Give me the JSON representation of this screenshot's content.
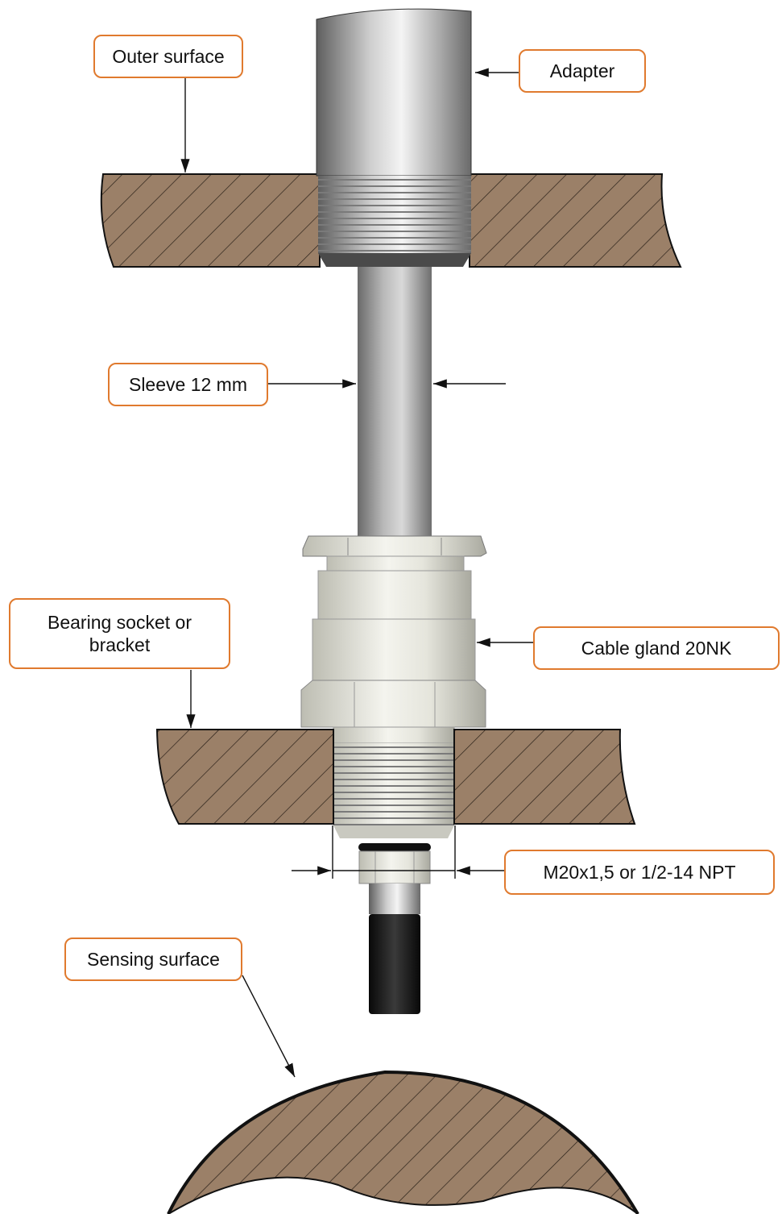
{
  "labels": {
    "outer_surface": "Outer surface",
    "adapter": "Adapter",
    "sleeve": "Sleeve 12 mm",
    "bearing_line1": "Bearing socket or",
    "bearing_line2": "bracket",
    "cable_gland": "Cable gland 20NK",
    "thread": "M20x1,5 or 1/2-14 NPT",
    "sensing_surface": "Sensing surface"
  },
  "colors": {
    "callout_border": "#e07a2e",
    "material_fill": "#9b8068",
    "hatch": "#2a2018",
    "metal_dark": "#6e6e6e",
    "metal_light": "#e8e8e8",
    "cable": "#151515"
  }
}
